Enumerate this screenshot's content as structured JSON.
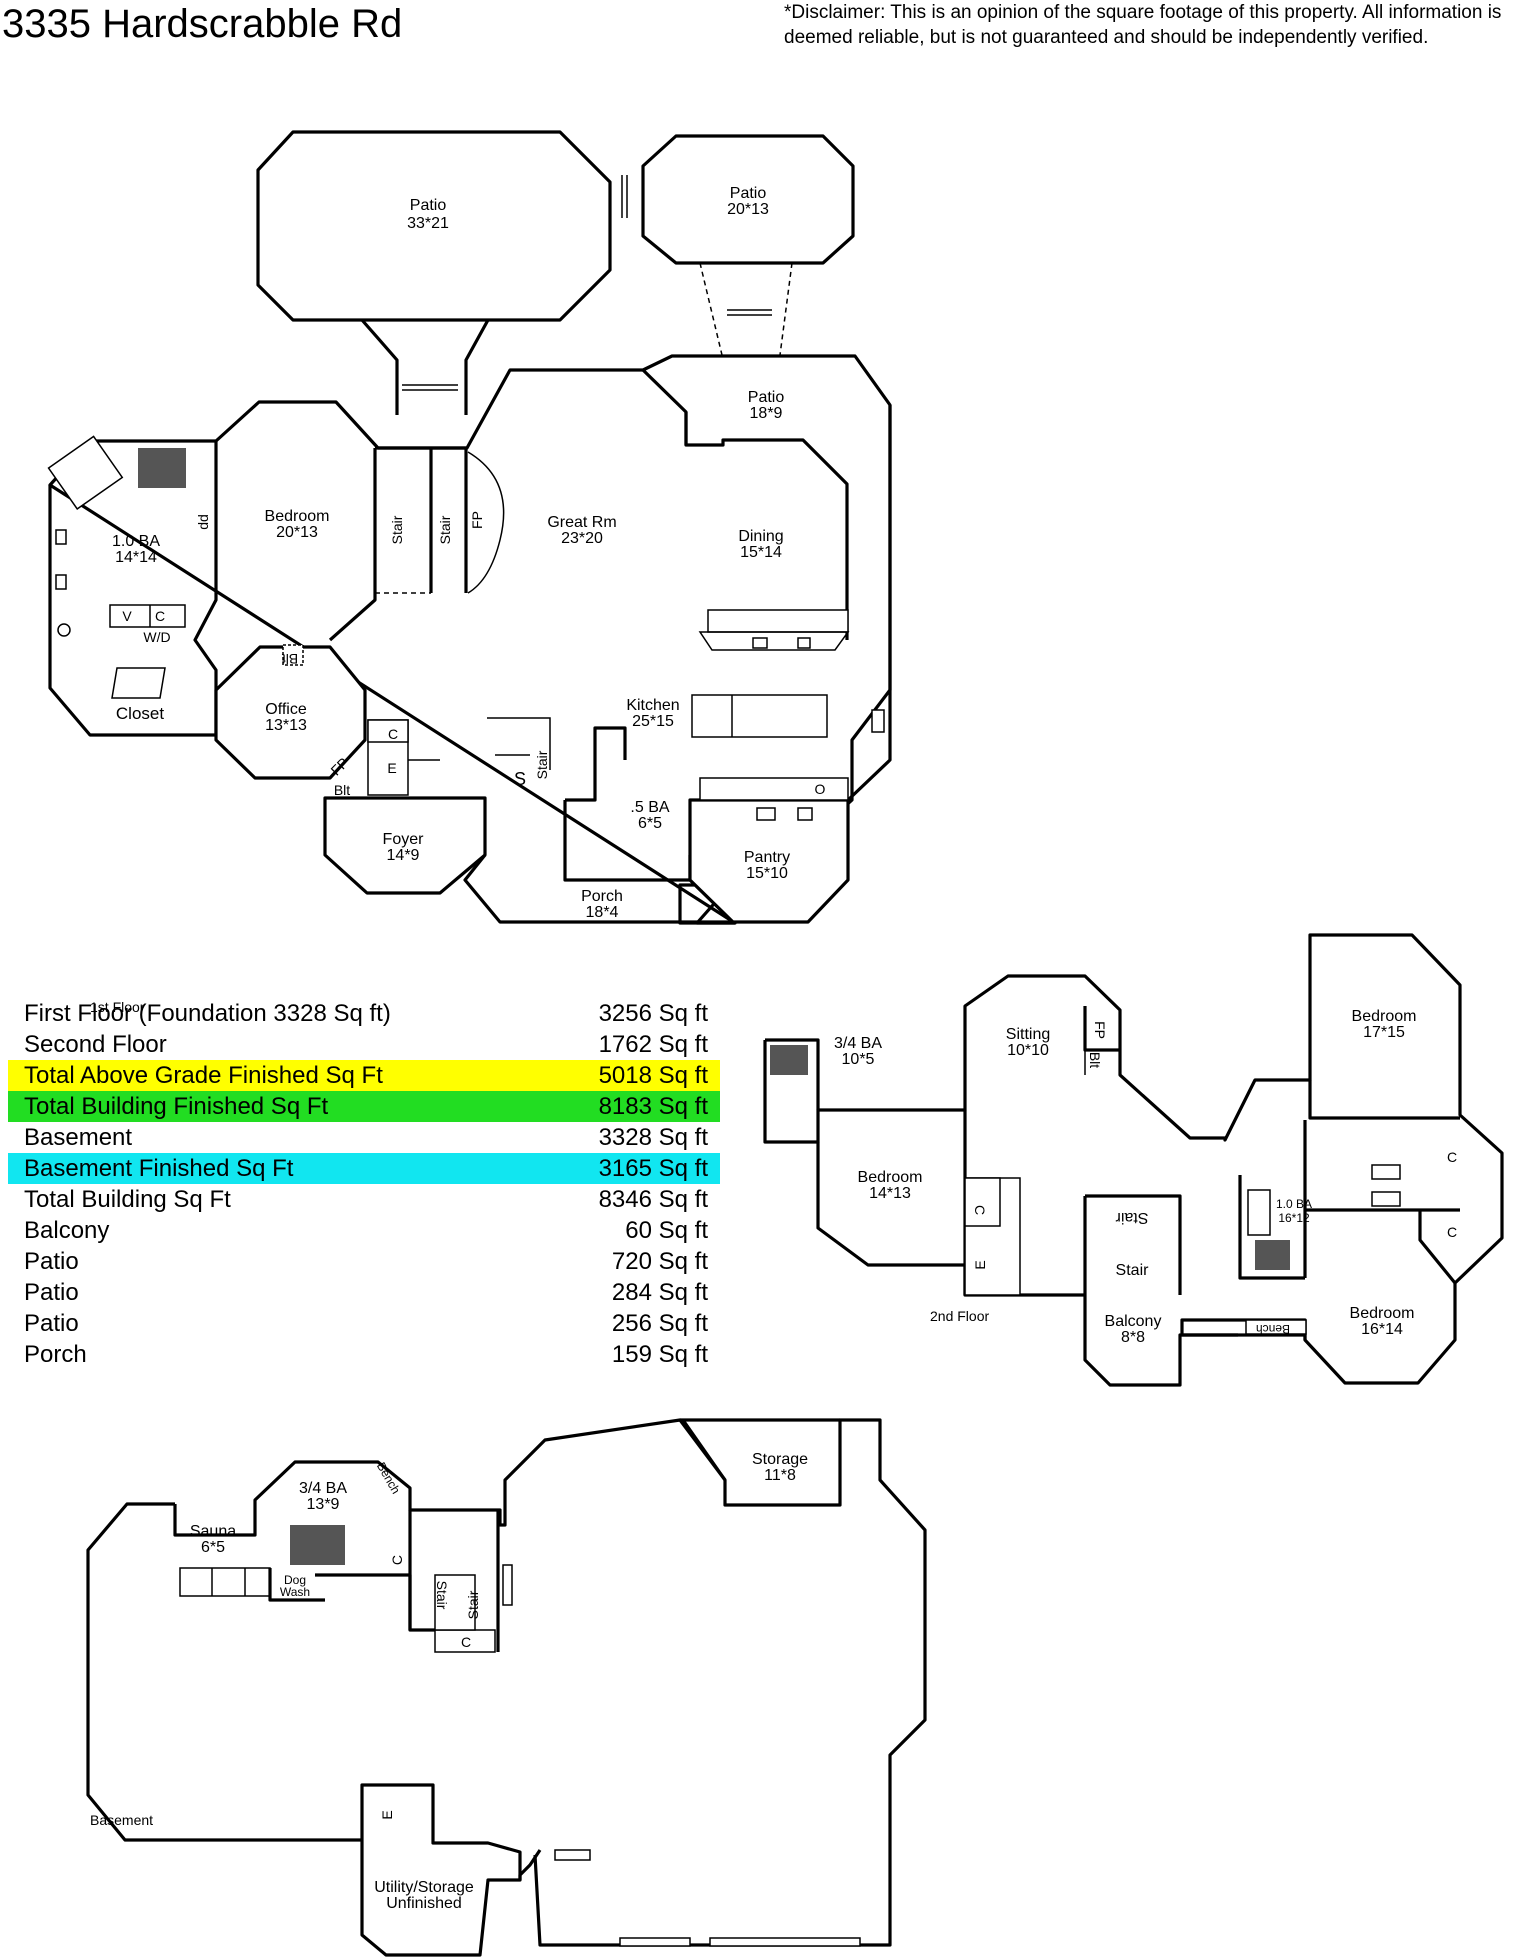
{
  "header": {
    "address": "3335 Hardscrabble Rd",
    "disclaimer": "*Disclaimer: This is an opinion of the square footage of this property. All information is deemed reliable, but is not guaranteed and should be independently verified."
  },
  "first_floor": {
    "label": "1st Floor",
    "rooms": [
      {
        "name": "Patio",
        "size": "33*21"
      },
      {
        "name": "Patio",
        "size": "20*13"
      },
      {
        "name": "Patio",
        "size": "18*9"
      },
      {
        "name": "Bedroom",
        "size": "20*13"
      },
      {
        "name": "1.0 BA",
        "size": "14*14"
      },
      {
        "name": "Great Rm",
        "size": "23*20"
      },
      {
        "name": "Dining",
        "size": "15*14"
      },
      {
        "name": "Office",
        "size": "13*13"
      },
      {
        "name": "Kitchen",
        "size": "25*15"
      },
      {
        "name": "Foyer",
        "size": "14*9"
      },
      {
        "name": ".5 BA",
        "size": "6*5"
      },
      {
        "name": "Pantry",
        "size": "15*10"
      },
      {
        "name": "Porch",
        "size": "18*4"
      }
    ],
    "closet": "Closet",
    "stair": "Stair",
    "fp": "FP",
    "blt": "Blt",
    "wd": "W/D",
    "c": "C",
    "v": "V",
    "e": "E",
    "s": "S",
    "o": "O",
    "dd": "dd"
  },
  "second_floor": {
    "label": "2nd Floor",
    "rooms": [
      {
        "name": "3/4 BA",
        "size": "10*5"
      },
      {
        "name": "Sitting",
        "size": "10*10"
      },
      {
        "name": "Bedroom",
        "size": "17*15"
      },
      {
        "name": "Bedroom",
        "size": "14*13"
      },
      {
        "name": "1.0 BA",
        "size": "16*12"
      },
      {
        "name": "Bedroom",
        "size": "16*14"
      },
      {
        "name": "Balcony",
        "size": "8*8"
      }
    ],
    "stair": "Stair",
    "fp": "FP",
    "blt": "Blt",
    "bench": "Bench",
    "c": "C",
    "e": "E"
  },
  "basement": {
    "label": "Basement",
    "rooms": [
      {
        "name": "Sauna",
        "size": "6*5"
      },
      {
        "name": "3/4 BA",
        "size": "13*9"
      },
      {
        "name": "Storage",
        "size": "11*8"
      },
      {
        "name": "Utility/Storage",
        "size": "Unfinished"
      }
    ],
    "dog_wash_1": "Dog",
    "dog_wash_2": "Wash",
    "bench": "Bench",
    "stair": "Stair",
    "c": "C",
    "e": "E"
  },
  "area_summary": [
    {
      "name": "First Floor (Foundation 3328 Sq ft)",
      "value": "3256 Sq ft",
      "highlight": ""
    },
    {
      "name": "Second Floor",
      "value": "1762 Sq ft",
      "highlight": ""
    },
    {
      "name": "Total Above Grade Finished Sq Ft",
      "value": "5018 Sq ft",
      "highlight": "#ffff00"
    },
    {
      "name": "Total Building Finished Sq Ft",
      "value": "8183 Sq ft",
      "highlight": "#22dd22"
    },
    {
      "name": "Basement",
      "value": "3328 Sq ft",
      "highlight": ""
    },
    {
      "name": "Basement Finished Sq Ft",
      "value": "3165 Sq ft",
      "highlight": "#11e6f0"
    },
    {
      "name": "Total Building Sq Ft",
      "value": "8346 Sq ft",
      "highlight": ""
    },
    {
      "name": "Balcony",
      "value": "60 Sq ft",
      "highlight": ""
    },
    {
      "name": "Patio",
      "value": "720 Sq ft",
      "highlight": ""
    },
    {
      "name": "Patio",
      "value": "284 Sq ft",
      "highlight": ""
    },
    {
      "name": "Patio",
      "value": "256 Sq ft",
      "highlight": ""
    },
    {
      "name": "Porch",
      "value": "159 Sq ft",
      "highlight": ""
    }
  ]
}
